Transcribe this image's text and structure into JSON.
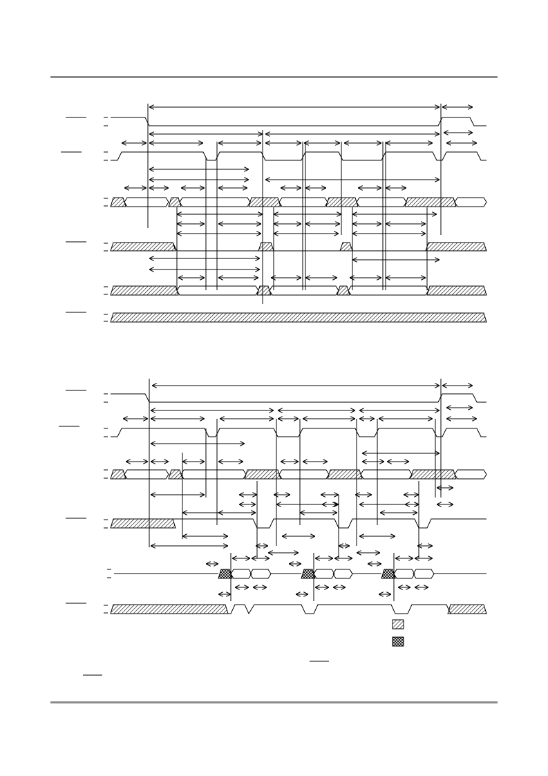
{
  "page": {
    "header_rule": "horizontal-rule",
    "footer_rule": "horizontal-rule"
  },
  "colors": {
    "line": "#000000",
    "hatch": "#000000",
    "rule": "#8a8a8a",
    "background": "#ffffff"
  },
  "diagram_1": {
    "name": "upper-timing-diagram",
    "signal_count": 6,
    "signals": [
      "overbar-signal",
      "overbar-signal",
      "bus-signal",
      "overbar-signal",
      "bus-signal",
      "overbar-signal-hatched"
    ]
  },
  "diagram_2": {
    "name": "lower-timing-diagram",
    "signal_count": 6,
    "signals": [
      "overbar-signal",
      "overbar-signal",
      "bus-signal",
      "overbar-signal",
      "bus-signal",
      "overbar-signal"
    ]
  },
  "legend": {
    "items": [
      {
        "name": "diagonal-hatch-swatch",
        "pattern": "hatch"
      },
      {
        "name": "crosshatch-swatch",
        "pattern": "crosshatch"
      }
    ]
  }
}
